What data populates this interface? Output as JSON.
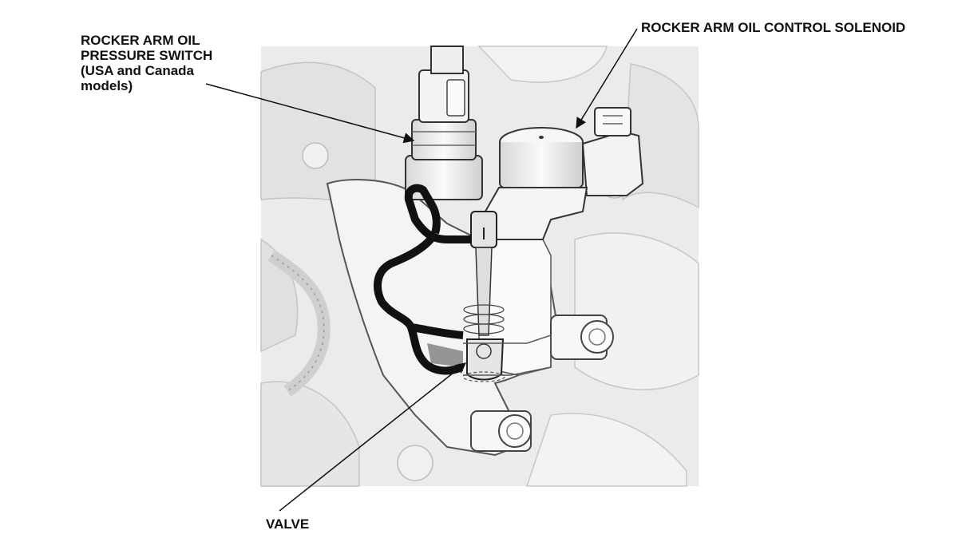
{
  "labels": {
    "pressure_switch": [
      "ROCKER ARM OIL",
      "PRESSURE SWITCH",
      "(USA and Canada",
      "models)"
    ],
    "solenoid": "ROCKER ARM OIL CONTROL SOLENOID",
    "valve": "VALVE"
  },
  "colors": {
    "background": "#ffffff",
    "illustration_bg": "#e9e9e9",
    "part_fill": "#f7f7f7",
    "outline": "#333333",
    "oil_passage": "#111111"
  }
}
